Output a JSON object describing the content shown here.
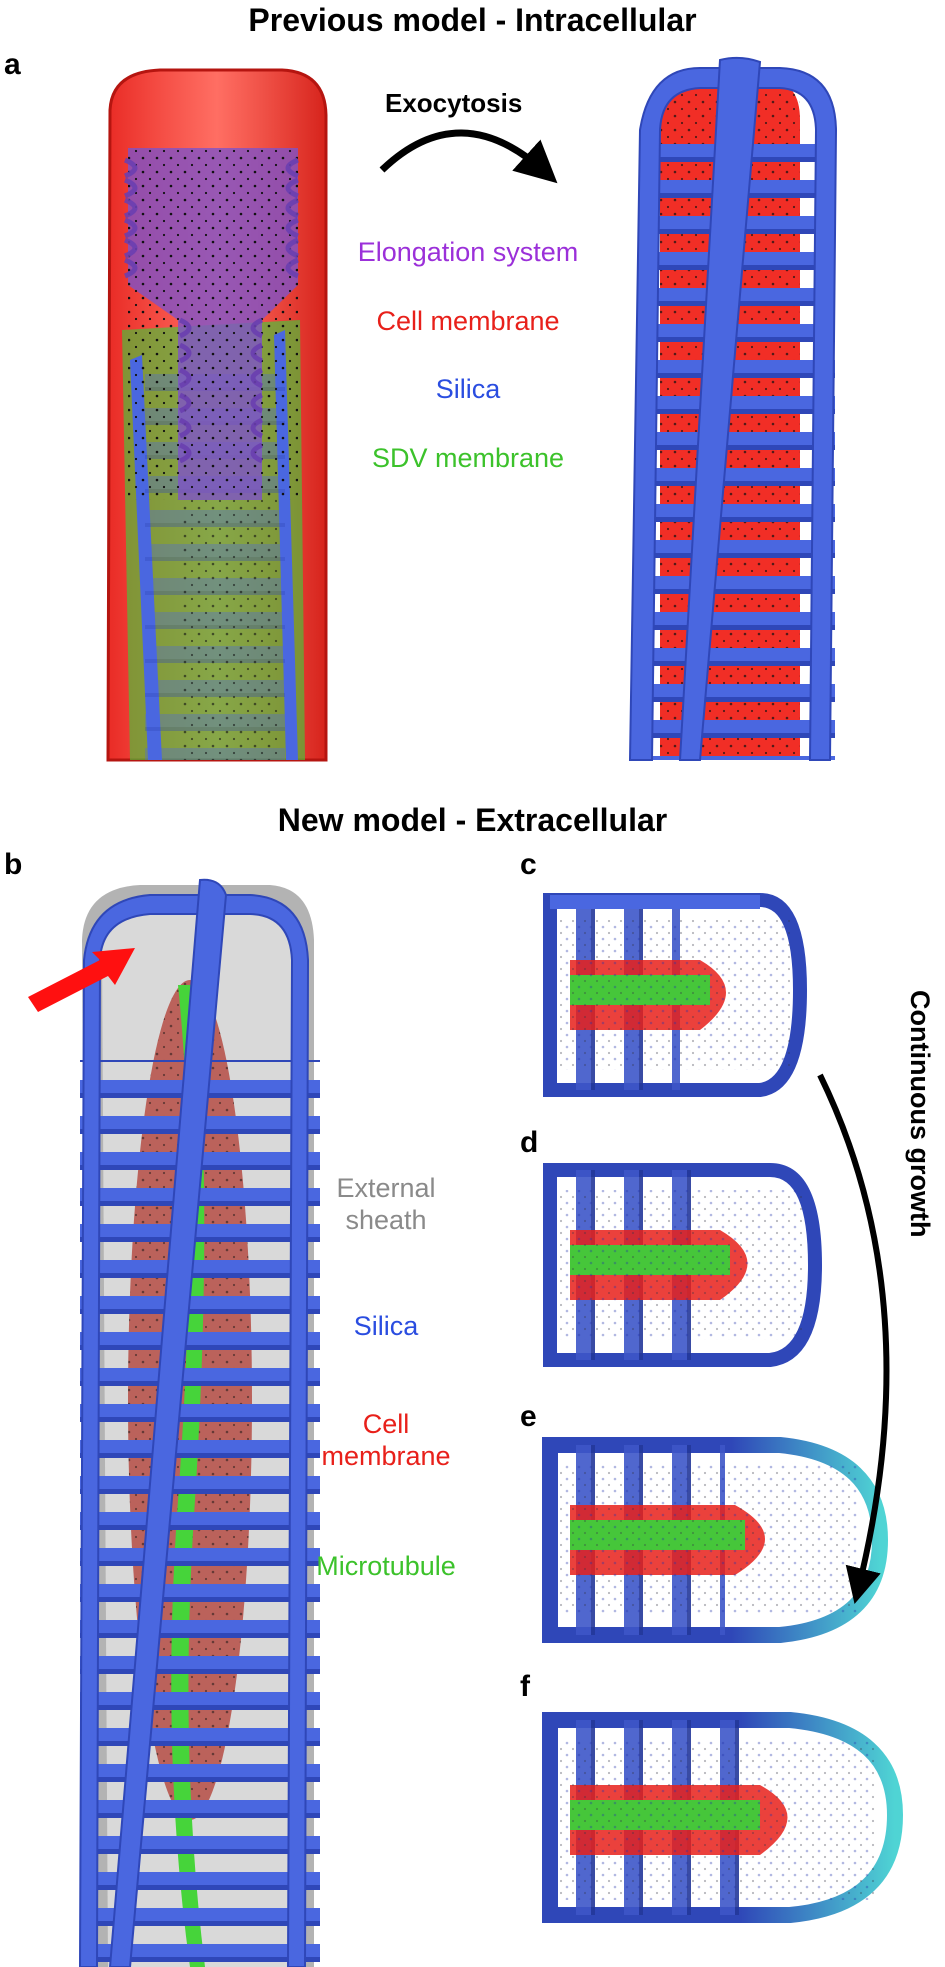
{
  "titles": {
    "top": "Previous model - Intracellular",
    "bottom": "New model - Extracellular"
  },
  "panels": [
    "a",
    "b",
    "c",
    "d",
    "e",
    "f"
  ],
  "arrows": {
    "exocytosis": "Exocytosis",
    "growth": "Continuous growth"
  },
  "legend_a": [
    {
      "text": "Elongation system",
      "color": "#9b30d9"
    },
    {
      "text": "Cell membrane",
      "color": "#e8201a"
    },
    {
      "text": "Silica",
      "color": "#2a4de0"
    },
    {
      "text": "SDV membrane",
      "color": "#3cc22b"
    }
  ],
  "legend_b": [
    {
      "text": "External",
      "text2": "sheath",
      "color": "#8a8a8a"
    },
    {
      "text": "Silica",
      "color": "#2a4de0"
    },
    {
      "text": "Cell",
      "text2": "membrane",
      "color": "#e8201a"
    },
    {
      "text": "Microtubule",
      "color": "#3cc22b"
    }
  ],
  "colors": {
    "silica": "#4a67e0",
    "silica_dark": "#2f47b8",
    "membrane": "#e8201a",
    "sdv": "#46c63a",
    "elongation": "#8b52c8",
    "sheath": "#9a9a9a",
    "new_silica": "#3fc8c8"
  }
}
